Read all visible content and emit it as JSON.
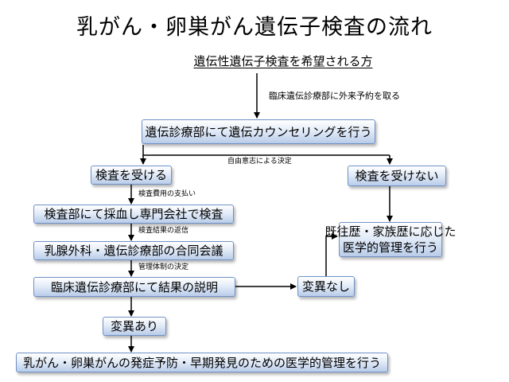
{
  "title": "乳がん・卵巣がん遺伝子検査の流れ",
  "subtitle": "遺伝性遺伝子検査を希望される方",
  "nodes": {
    "counseling": "遺伝診療部にて遺伝カウンセリングを行う",
    "take_test": "検査を受ける",
    "no_test": "検査を受けない",
    "lab": "検査部にて採血し専門会社で検査",
    "conference": "乳腺外科・遺伝診療部の合同会議",
    "explanation": "臨床遺伝診療部にて結果の説明",
    "no_mutation": "変異なし",
    "mutation": "変異あり",
    "history_mgmt_line1": "既往歴・家族歴に応じた",
    "history_mgmt_line2": "医学的管理を行う",
    "prevention": "乳がん・卵巣がんの発症予防・早期発見のための医学的管理を行う"
  },
  "edge_labels": {
    "reservation": "臨床遺伝診療部に外来予約を取る",
    "free_will": "自由意志による決定",
    "cost": "検査費用の支払い",
    "results_return": "検査結果の返信",
    "management": "管理体制の決定"
  }
}
